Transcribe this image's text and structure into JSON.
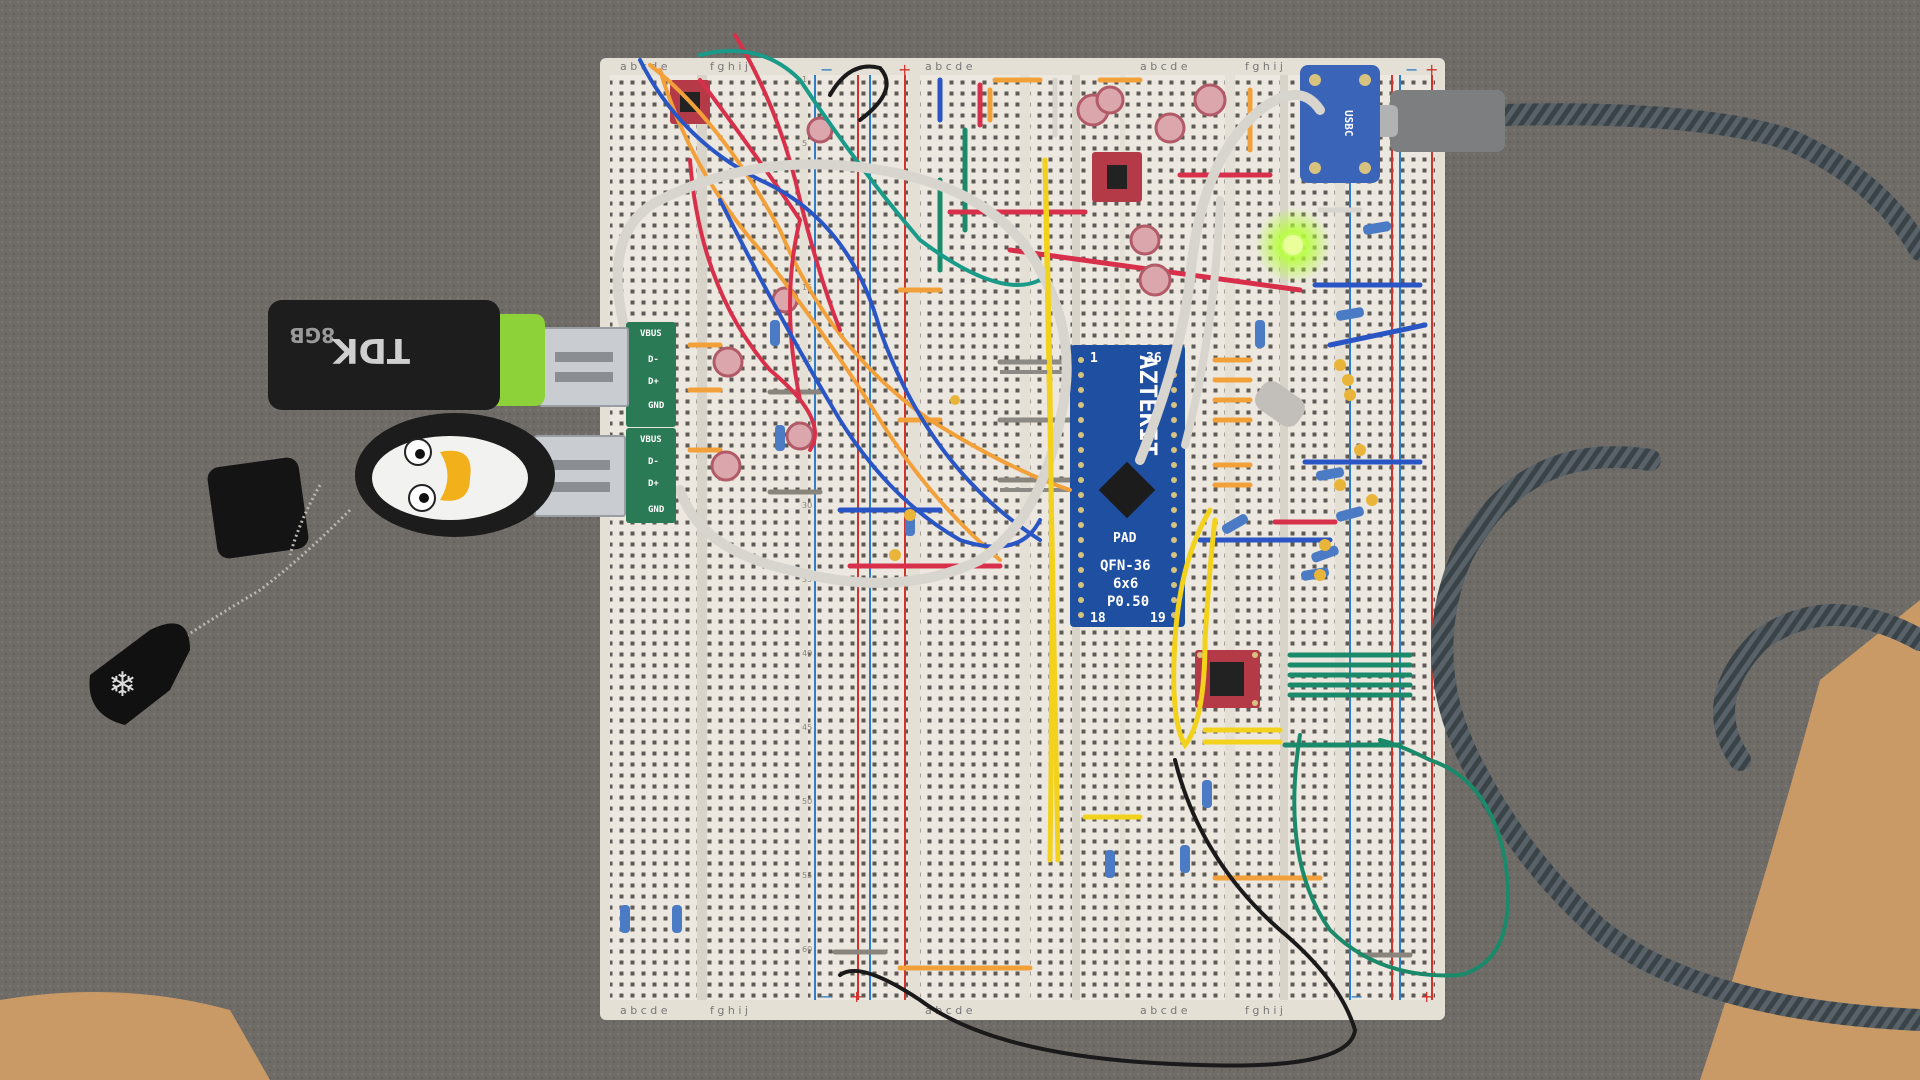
{
  "photo": {
    "subject": "breadboard-circuit",
    "colors": {
      "carpet": "#6f6b67",
      "breadboard": "#ece8e0",
      "rail_red": "#d0342c",
      "rail_blue": "#2f7fc8",
      "chip_board": "#1f4fa0",
      "led_green": "#b6ff3a",
      "wire_white": "#d8d4ce",
      "wire_yellow": "#f2d21c",
      "wire_orange": "#f2a03a",
      "wire_blue": "#2a55c4",
      "wire_red": "#d8304a",
      "wire_green": "#1a8a6a",
      "wire_black": "#1a1a1a",
      "cable_braid": "#3a4448",
      "wood": "#c99a66"
    }
  },
  "breakout_board": {
    "brand": "AZTEKIT",
    "pin_left_top": "1",
    "pin_right_top": "36",
    "pin_left_bottom": "18",
    "pin_right_bottom": "19",
    "pad_label": "PAD",
    "package": "QFN-36",
    "size": "6x6",
    "pitch": "P0.50"
  },
  "usb_breakouts": [
    {
      "labels": [
        "VBUS",
        "D-",
        "D+",
        "GND"
      ]
    },
    {
      "labels": [
        "VBUS",
        "D-",
        "D+",
        "GND"
      ]
    }
  ],
  "flash_drive": {
    "brand": "TDK",
    "capacity": "8GB"
  },
  "usb_c_board": {
    "label": "USBC"
  },
  "breadboard": {
    "column_letters": "a b c d e",
    "column_letters_2": "f g h i j",
    "rail_plus": "+",
    "rail_minus": "−",
    "row_numbers": [
      "1",
      "5",
      "10",
      "15",
      "20",
      "25",
      "30",
      "35",
      "40",
      "45",
      "50",
      "55",
      "60"
    ]
  }
}
